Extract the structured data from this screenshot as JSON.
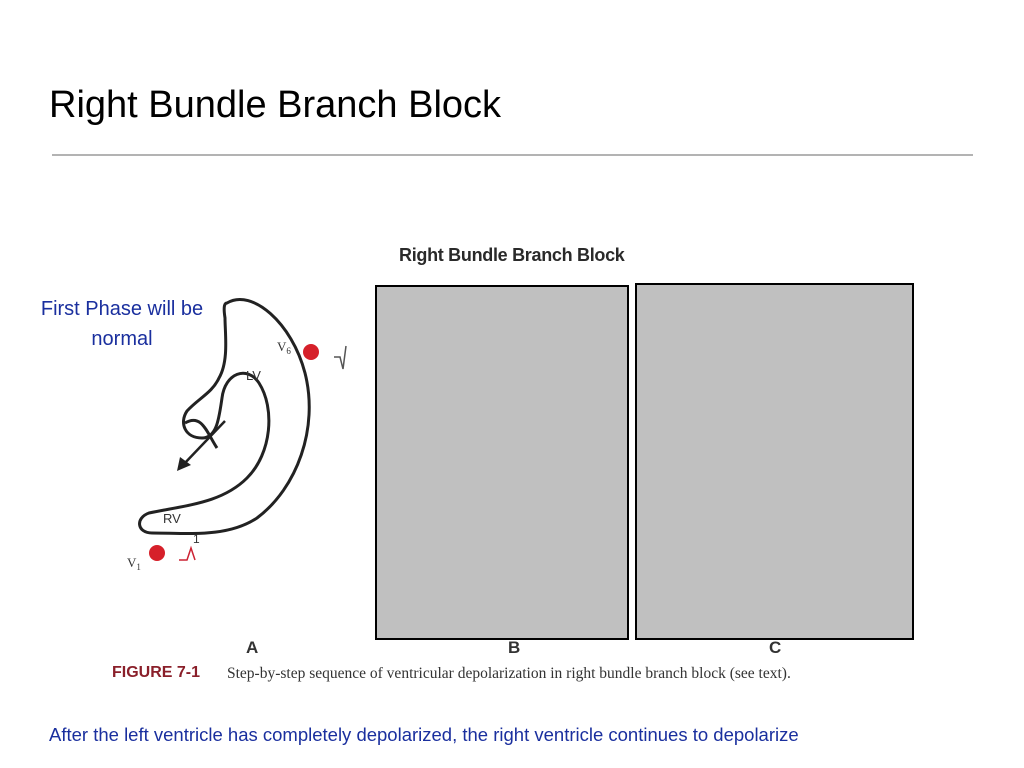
{
  "slide": {
    "title": "Right Bundle Branch Block"
  },
  "figure": {
    "heading": "Right Bundle Branch Block",
    "panel_labels": [
      "A",
      "B",
      "C"
    ],
    "figure_label": "FIGURE 7-1",
    "caption": "Step-by-step sequence of ventricular depolarization in right bundle branch block (see text).",
    "diagram": {
      "chamber_labels": {
        "lv": "LV",
        "rv": "RV"
      },
      "lead_labels": {
        "v6": "V",
        "v6_sub": "6",
        "v1": "V",
        "v1_sub": "1"
      },
      "vector_number": "1",
      "electrode_color": "#d6202a"
    }
  },
  "notes": {
    "first_phase": "First Phase will be normal",
    "bottom": "After the left ventricle has completely depolarized, the right ventricle continues to depolarize"
  },
  "colors": {
    "note_text": "#1a2f9e",
    "panel_fill": "#c0c0c0",
    "figure_label": "#8a1f2a"
  }
}
